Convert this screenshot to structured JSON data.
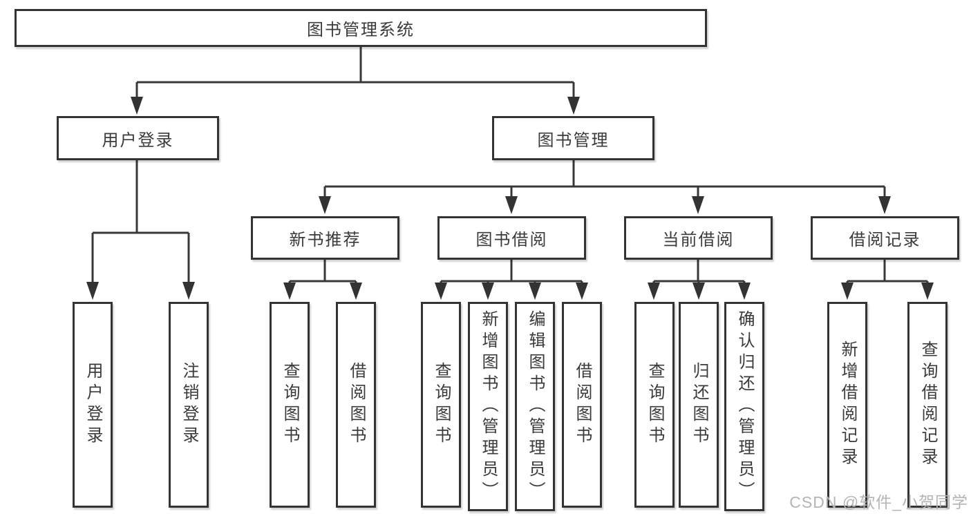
{
  "diagram_type": "hierarchy",
  "colors": {
    "line": "#383838",
    "box_border": "#333333",
    "text": "#3a3a3a",
    "watermark": "#b4b4b4",
    "background": "#ffffff"
  },
  "root": {
    "label": "图书管理系统"
  },
  "branches": [
    {
      "label": "用户登录",
      "children": [
        {
          "label": "用户登录"
        },
        {
          "label": "注销登录"
        }
      ]
    },
    {
      "label": "图书管理",
      "children": [
        {
          "label": "新书推荐",
          "children": [
            {
              "label": "查询图书"
            },
            {
              "label": "借阅图书"
            }
          ]
        },
        {
          "label": "图书借阅",
          "children": [
            {
              "label": "查询图书"
            },
            {
              "label": "新增图书（管理员）"
            },
            {
              "label": "编辑图书（管理员）"
            },
            {
              "label": "借阅图书"
            }
          ]
        },
        {
          "label": "当前借阅",
          "children": [
            {
              "label": "查询图书"
            },
            {
              "label": "归还图书"
            },
            {
              "label": "确认归还（管理员）"
            }
          ]
        },
        {
          "label": "借阅记录",
          "children": [
            {
              "label": "新增借阅记录"
            },
            {
              "label": "查询借阅记录"
            }
          ]
        }
      ]
    }
  ],
  "watermark": "CSDN @软件_小贺同学"
}
